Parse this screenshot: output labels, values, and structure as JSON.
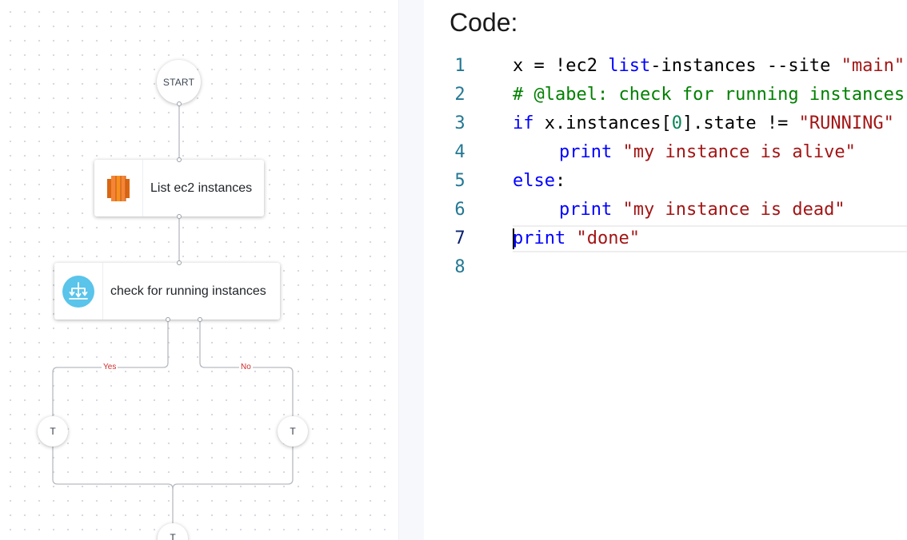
{
  "flow": {
    "start_label": "START",
    "nodes": [
      {
        "id": "list-ec2",
        "label": "List ec2 instances",
        "icon": "aws-ec2-icon"
      },
      {
        "id": "check-running",
        "label": "check for running instances",
        "icon": "branch-split-icon"
      }
    ],
    "branches": {
      "yes_label": "Yes",
      "no_label": "No"
    },
    "terminal_label": "T"
  },
  "code": {
    "heading": "Code:",
    "lines": [
      {
        "number": "1",
        "tokens": [
          {
            "t": "x = !ec2 ",
            "c": "plain"
          },
          {
            "t": "list",
            "c": "kw"
          },
          {
            "t": "-instances --site ",
            "c": "plain"
          },
          {
            "t": "\"main\"",
            "c": "str"
          }
        ]
      },
      {
        "number": "2",
        "tokens": [
          {
            "t": "# @label: check for running instances",
            "c": "cm"
          }
        ]
      },
      {
        "number": "3",
        "tokens": [
          {
            "t": "if",
            "c": "kw"
          },
          {
            "t": " x.instances[",
            "c": "plain"
          },
          {
            "t": "0",
            "c": "num"
          },
          {
            "t": "].state != ",
            "c": "plain"
          },
          {
            "t": "\"RUNNING\"",
            "c": "str"
          }
        ]
      },
      {
        "number": "4",
        "indent": 1,
        "tokens": [
          {
            "t": "print",
            "c": "kw"
          },
          {
            "t": " ",
            "c": "plain"
          },
          {
            "t": "\"my instance is alive\"",
            "c": "str"
          }
        ]
      },
      {
        "number": "5",
        "tokens": [
          {
            "t": "else",
            "c": "kw"
          },
          {
            "t": ":",
            "c": "plain"
          }
        ]
      },
      {
        "number": "6",
        "indent": 1,
        "tokens": [
          {
            "t": "print",
            "c": "kw"
          },
          {
            "t": " ",
            "c": "plain"
          },
          {
            "t": "\"my instance is dead\"",
            "c": "str"
          }
        ]
      },
      {
        "number": "7",
        "current": true,
        "tokens": [
          {
            "t": "print",
            "c": "kw"
          },
          {
            "t": " ",
            "c": "plain"
          },
          {
            "t": "\"done\"",
            "c": "str"
          }
        ]
      },
      {
        "number": "8",
        "tokens": []
      }
    ]
  },
  "colors": {
    "keyword": "#0000ff",
    "string": "#a31515",
    "comment": "#008000",
    "number": "#098658",
    "line_number": "#237893",
    "edge_label": "#d12a2a",
    "branch_icon_bg": "#5ac4ea",
    "ec2_icon": "#f7901e"
  }
}
